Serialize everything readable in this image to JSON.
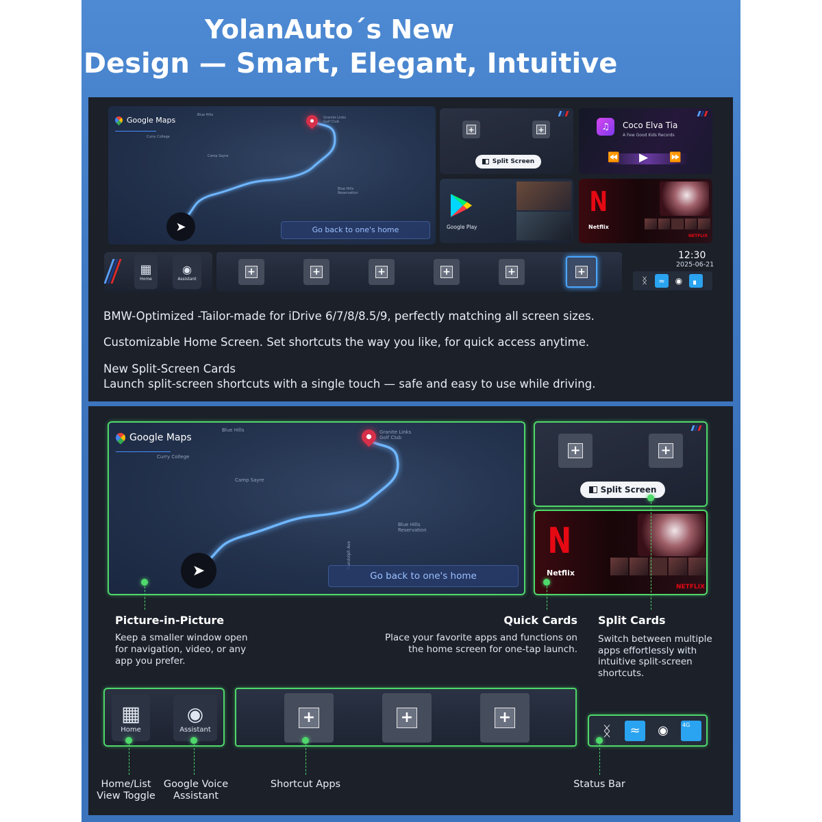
{
  "hero": {
    "line1": "YolanAuto´s New",
    "line2": "UI Design — Smart, Elegant, Intuitive"
  },
  "map": {
    "app_name": "Google Maps",
    "place_blue_hills": "Blue Hills",
    "place_curry_college": "Curry College",
    "place_camp_sayre": "Camp Sayre",
    "place_granite_links": "Granite Links Golf Club",
    "place_blue_hills_res": "Blue Hills Reservation",
    "street_randolph": "Randolph Ave",
    "go_home": "Go back to one's home"
  },
  "split_screen_label": "Split Screen",
  "music": {
    "title": "Coco Elva Tia",
    "subtitle": "A Few Good Kids Records"
  },
  "google_play_label": "Google Play",
  "netflix_label": "Netflix",
  "netflix_wordmark": "NETFLIX",
  "dock": {
    "home_label": "Home",
    "assistant_label": "Assistant"
  },
  "status": {
    "time": "12:30",
    "date": "2025-06-21",
    "signal_badge": "4G"
  },
  "descriptions": {
    "d1": "BMW-Optimized -Tailor-made for iDrive 6/7/8/8.5/9, perfectly matching all screen sizes.",
    "d2": "Customizable Home Screen. Set shortcuts the way you like, for quick access anytime.",
    "d3a": "New Split-Screen Cards",
    "d3b": "Launch split-screen shortcuts with a single touch — safe and easy to use while driving."
  },
  "features": {
    "pip_title": "Picture-in-Picture",
    "pip_text": "Keep a smaller window open for navigation, video, or any app you prefer.",
    "quick_title": "Quick Cards",
    "quick_text": "Place your favorite apps and functions on the home screen for one-tap launch.",
    "split_title": "Split Cards",
    "split_text": "Switch between multiple apps effortlessly with intuitive split-screen shortcuts."
  },
  "bottom_labels": {
    "home_toggle": "Home/List View Toggle",
    "voice": "Google Voice Assistant",
    "shortcut_apps": "Shortcut Apps",
    "status_bar": "Status Bar"
  },
  "colors": {
    "page_blue": "#3f7ac4",
    "panel": "#1b2029",
    "highlight_green": "#4fd86b",
    "netflix_red": "#e50914",
    "route_blue": "#6fb6ff"
  }
}
